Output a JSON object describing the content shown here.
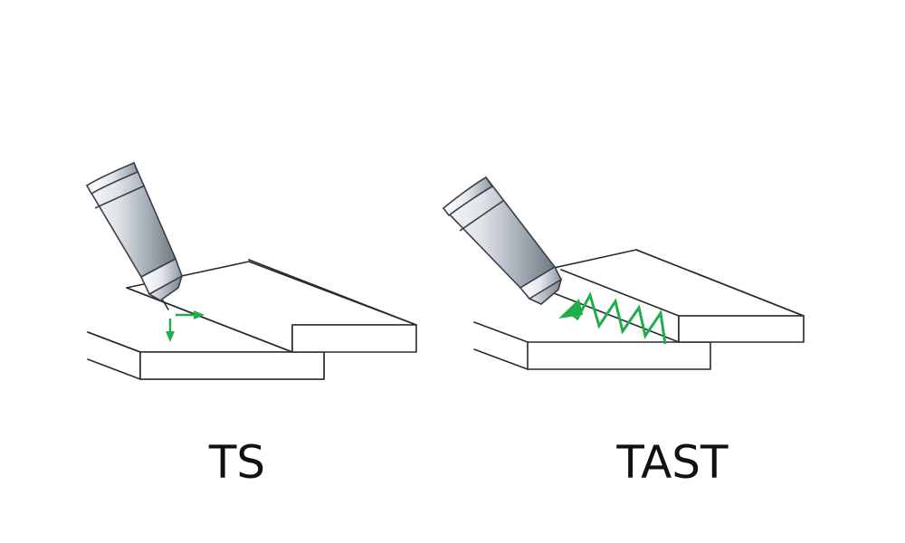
{
  "panels": [
    {
      "id": "ts",
      "caption": "TS"
    },
    {
      "id": "tast",
      "caption": "TAST"
    }
  ],
  "colors": {
    "arrow": "#1fae4b",
    "line": "#2a2a2a",
    "background": "#ffffff"
  },
  "icons": {
    "torch": "welding-torch-icon",
    "motion_straight": "straight-arrow-icon",
    "motion_weave": "zigzag-weave-arrow-icon"
  }
}
